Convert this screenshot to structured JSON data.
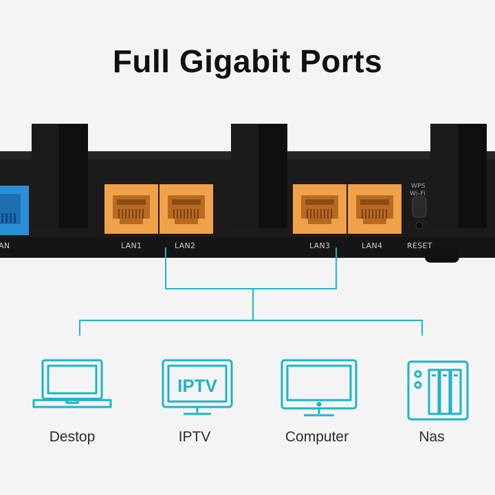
{
  "headline": "Full Gigabit Ports",
  "ports": {
    "lan_partial": "AN",
    "lan1": "LAN1",
    "lan2": "LAN2",
    "lan3": "LAN3",
    "lan4": "LAN4",
    "reset": "RESET",
    "wps_line1": "WPS",
    "wps_line2": "Wi-Fi"
  },
  "devices": [
    {
      "label": "Destop",
      "icon": "laptop-icon"
    },
    {
      "label": "IPTV",
      "icon": "iptv-monitor-icon",
      "screen_text": "IPTV"
    },
    {
      "label": "Computer",
      "icon": "computer-monitor-icon"
    },
    {
      "label": "Nas",
      "icon": "nas-icon"
    }
  ],
  "colors": {
    "accent": "#1bb5c8",
    "lan_port": "#f0a24a",
    "wan_port": "#2a8fd8",
    "router_body": "#1c1c1c"
  }
}
